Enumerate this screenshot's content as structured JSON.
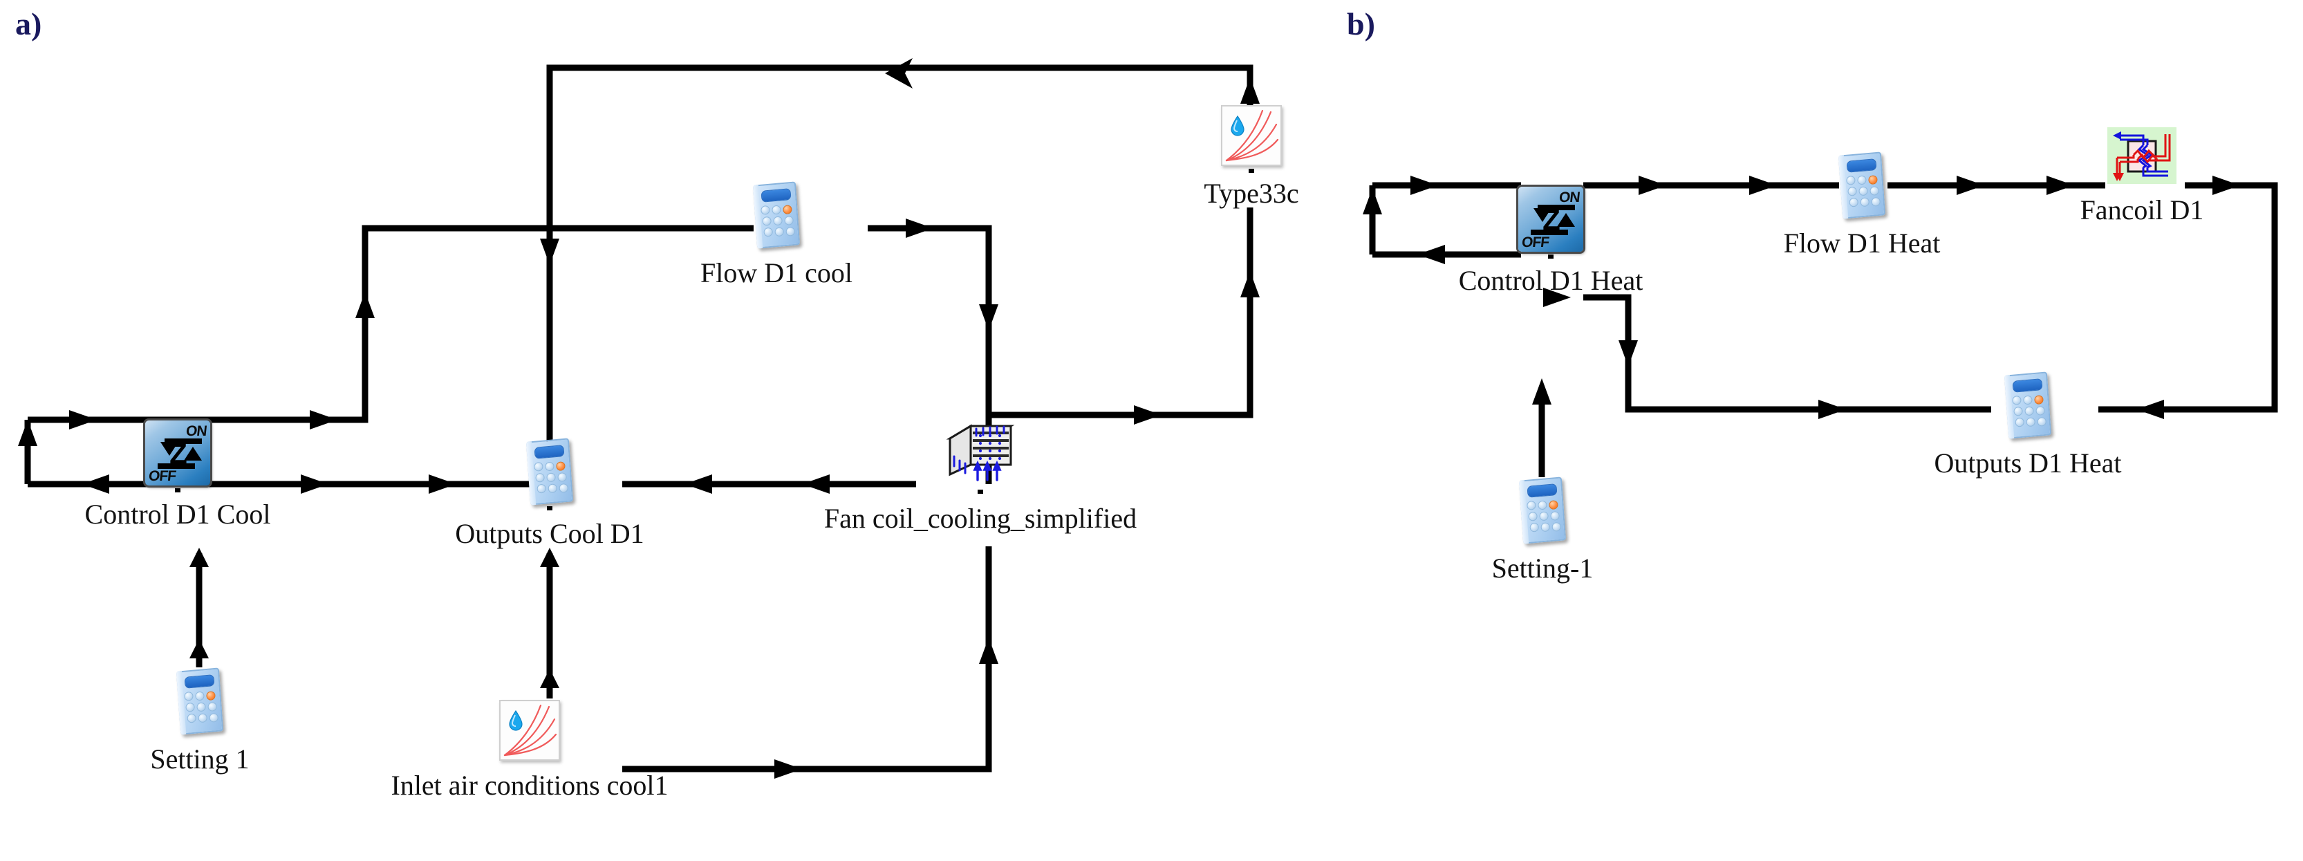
{
  "figure": {
    "panel_a_tag": "a)",
    "panel_b_tag": "b)",
    "background_color": "#ffffff",
    "wire_color": "#000000",
    "label_color": "#121212",
    "tag_color": "#1a1a5e"
  },
  "panel_a": {
    "tag": "a)",
    "nodes": [
      {
        "id": "control_d1_cool",
        "label": "Control D1 Cool",
        "icon": "onoff-controller-icon",
        "on_text": "ON",
        "off_text": "OFF"
      },
      {
        "id": "setting_1",
        "label": "Setting 1",
        "icon": "calculator-icon"
      },
      {
        "id": "outputs_cool_d1",
        "label": "Outputs Cool D1",
        "icon": "calculator-icon"
      },
      {
        "id": "flow_d1_cool",
        "label": "Flow D1 cool",
        "icon": "calculator-icon"
      },
      {
        "id": "fan_coil_cooling",
        "label": "Fan coil_cooling_simplified",
        "icon": "fan-coil-icon"
      },
      {
        "id": "type33c",
        "label": "Type33c",
        "icon": "psychrometric-chart-icon"
      },
      {
        "id": "inlet_air_cool1",
        "label": "Inlet air conditions cool1",
        "icon": "psychrometric-chart-icon"
      }
    ],
    "connections": [
      {
        "from": "control_d1_cool",
        "to": "control_d1_cool",
        "kind": "self-feedback-loop"
      },
      {
        "from": "setting_1",
        "to": "control_d1_cool",
        "kind": "vertical-up"
      },
      {
        "from": "control_d1_cool",
        "to": "flow_d1_cool",
        "kind": "right-up-branch"
      },
      {
        "from": "control_d1_cool",
        "to": "outputs_cool_d1",
        "kind": "right"
      },
      {
        "from": "flow_d1_cool",
        "to": "type33c",
        "kind": "right-up"
      },
      {
        "from": "type33c",
        "to": "fan_coil_cooling",
        "kind": "down-left"
      },
      {
        "from": "fan_coil_cooling",
        "to": "outputs_cool_d1",
        "kind": "left"
      },
      {
        "from": "fan_coil_cooling",
        "to": "top-bus",
        "kind": "up-left-long"
      },
      {
        "from": "inlet_air_cool1",
        "to": "outputs_cool_d1",
        "kind": "up"
      },
      {
        "from": "inlet_air_cool1",
        "to": "fan_coil_cooling",
        "kind": "right-up"
      }
    ]
  },
  "panel_b": {
    "tag": "b)",
    "nodes": [
      {
        "id": "control_d1_heat",
        "label": "Control D1 Heat",
        "icon": "onoff-controller-icon",
        "on_text": "ON",
        "off_text": "OFF"
      },
      {
        "id": "setting_1_b",
        "label": "Setting-1",
        "icon": "calculator-icon"
      },
      {
        "id": "flow_d1_heat",
        "label": "Flow D1 Heat",
        "icon": "calculator-icon"
      },
      {
        "id": "fancoil_d1",
        "label": "Fancoil D1",
        "icon": "heat-exchanger-icon",
        "highlight_color": "#d6f5cf"
      },
      {
        "id": "outputs_d1_heat",
        "label": "Outputs D1 Heat",
        "icon": "calculator-icon"
      }
    ],
    "connections": [
      {
        "from": "control_d1_heat",
        "to": "control_d1_heat",
        "kind": "self-feedback-loop"
      },
      {
        "from": "setting_1_b",
        "to": "control_d1_heat",
        "kind": "vertical-up"
      },
      {
        "from": "control_d1_heat",
        "to": "flow_d1_heat",
        "kind": "right"
      },
      {
        "from": "flow_d1_heat",
        "to": "fancoil_d1",
        "kind": "right"
      },
      {
        "from": "fancoil_d1",
        "to": "outputs_d1_heat",
        "kind": "right-down-left"
      },
      {
        "from": "control_d1_heat",
        "to": "outputs_d1_heat",
        "kind": "right-down-right"
      }
    ]
  }
}
